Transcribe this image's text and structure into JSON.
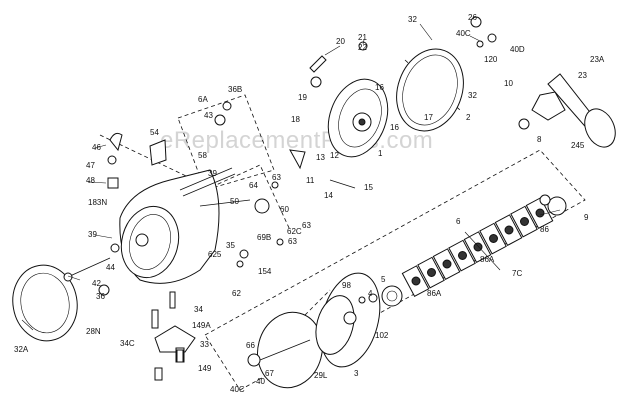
{
  "watermark": "eReplacementParts.com",
  "labels": [
    {
      "id": "l20",
      "text": "20"
    },
    {
      "id": "l21",
      "text": "21"
    },
    {
      "id": "l22",
      "text": "22"
    },
    {
      "id": "l32a",
      "text": "32"
    },
    {
      "id": "l26",
      "text": "26"
    },
    {
      "id": "l40c1",
      "text": "40C"
    },
    {
      "id": "l40d",
      "text": "40D"
    },
    {
      "id": "l120",
      "text": "120"
    },
    {
      "id": "l19",
      "text": "19"
    },
    {
      "id": "l16a",
      "text": "16"
    },
    {
      "id": "l17",
      "text": "17"
    },
    {
      "id": "l32b",
      "text": "32"
    },
    {
      "id": "l2",
      "text": "2"
    },
    {
      "id": "l10",
      "text": "10"
    },
    {
      "id": "l23a",
      "text": "23A"
    },
    {
      "id": "l23",
      "text": "23"
    },
    {
      "id": "l8",
      "text": "8"
    },
    {
      "id": "l245",
      "text": "245"
    },
    {
      "id": "l6a",
      "text": "6A"
    },
    {
      "id": "l36b",
      "text": "36B"
    },
    {
      "id": "l43",
      "text": "43"
    },
    {
      "id": "l18",
      "text": "18"
    },
    {
      "id": "l16b",
      "text": "16"
    },
    {
      "id": "l1",
      "text": "1"
    },
    {
      "id": "l13",
      "text": "13"
    },
    {
      "id": "l12",
      "text": "12"
    },
    {
      "id": "l54",
      "text": "54"
    },
    {
      "id": "l46",
      "text": "46"
    },
    {
      "id": "l47",
      "text": "47"
    },
    {
      "id": "l48",
      "text": "48"
    },
    {
      "id": "l58",
      "text": "58"
    },
    {
      "id": "l39a",
      "text": "39"
    },
    {
      "id": "l11",
      "text": "11"
    },
    {
      "id": "l15",
      "text": "15"
    },
    {
      "id": "l14",
      "text": "14"
    },
    {
      "id": "l63a",
      "text": "63"
    },
    {
      "id": "l64",
      "text": "64"
    },
    {
      "id": "l50",
      "text": "50"
    },
    {
      "id": "l60",
      "text": "60"
    },
    {
      "id": "l183n",
      "text": "183N"
    },
    {
      "id": "l9",
      "text": "9"
    },
    {
      "id": "l6",
      "text": "6"
    },
    {
      "id": "l39b",
      "text": "39"
    },
    {
      "id": "l35",
      "text": "35"
    },
    {
      "id": "l69b",
      "text": "69B"
    },
    {
      "id": "l62c",
      "text": "62C"
    },
    {
      "id": "l63b",
      "text": "63"
    },
    {
      "id": "l63c",
      "text": "63"
    },
    {
      "id": "l86a",
      "text": "86"
    },
    {
      "id": "l86b",
      "text": "86A"
    },
    {
      "id": "l625",
      "text": "625"
    },
    {
      "id": "l154",
      "text": "154"
    },
    {
      "id": "l44",
      "text": "44"
    },
    {
      "id": "l62",
      "text": "62"
    },
    {
      "id": "l7c",
      "text": "7C"
    },
    {
      "id": "l42",
      "text": "42"
    },
    {
      "id": "l36",
      "text": "36"
    },
    {
      "id": "l5",
      "text": "5"
    },
    {
      "id": "l98",
      "text": "98"
    },
    {
      "id": "l4",
      "text": "4"
    },
    {
      "id": "l86c",
      "text": "86A"
    },
    {
      "id": "l34",
      "text": "34"
    },
    {
      "id": "l149a",
      "text": "149A"
    },
    {
      "id": "l28n",
      "text": "28N"
    },
    {
      "id": "l102",
      "text": "102"
    },
    {
      "id": "l34c",
      "text": "34C"
    },
    {
      "id": "l33",
      "text": "33"
    },
    {
      "id": "l66",
      "text": "66"
    },
    {
      "id": "l67",
      "text": "67"
    },
    {
      "id": "l32c",
      "text": "32A"
    },
    {
      "id": "l149",
      "text": "149"
    },
    {
      "id": "l29l",
      "text": "29L"
    },
    {
      "id": "l3",
      "text": "3"
    },
    {
      "id": "l40c2",
      "text": "40C"
    },
    {
      "id": "l40",
      "text": "40"
    }
  ]
}
